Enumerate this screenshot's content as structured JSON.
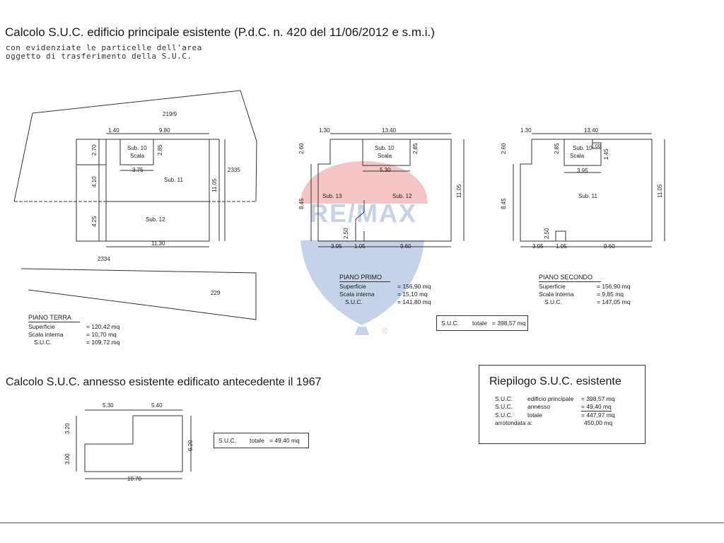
{
  "title_main": "Calcolo S.U.C. edificio principale esistente (P.d.C. n. 420 del 11/06/2012 e s.m.i.)",
  "subtitle": [
    "con evidenziate le particelle dell'area",
    "oggetto di trasferimento della S.U.C."
  ],
  "watermark": "RE/MAX",
  "watermark_mark": "®",
  "colors": {
    "watermark_red": "#e35a5a",
    "watermark_blue": "#5b7fc1",
    "line": "#333333"
  },
  "piano_terra": {
    "header": "PIANO TERRA",
    "rows": [
      {
        "label": "Superficie",
        "value": "= 120,42 mq"
      },
      {
        "label": "Scala interna",
        "value": "= 10,70 mq"
      },
      {
        "label": "S.U.C.",
        "value": "= 109,72 mq"
      }
    ],
    "parcels": [
      "219/9",
      "2335",
      "2334",
      "229"
    ],
    "rooms": [
      "Sub. 10",
      "Scala",
      "Sub. 11",
      "Sub. 12"
    ],
    "dims": [
      "1.40",
      "9.80",
      "2.70",
      "3.75",
      "2.85",
      "4.10",
      "11.05",
      "4.25",
      "11.30"
    ]
  },
  "piano_primo": {
    "header": "PIANO PRIMO",
    "rows": [
      {
        "label": "Superficie",
        "value": "= 156,90 mq"
      },
      {
        "label": "Scala interna",
        "value": "= 15,10 mq"
      },
      {
        "label": "S.U.C.",
        "value": "= 141,80 mq"
      }
    ],
    "rooms": [
      "Sub. 10",
      "Scala",
      "Sub. 13",
      "Sub. 12"
    ],
    "dims": [
      "1.30",
      "13.40",
      "2.60",
      "2.85",
      "5.30",
      "8.45",
      "11.05",
      "2.50",
      "3.95",
      "1.05",
      "9.60"
    ]
  },
  "piano_secondo": {
    "header": "PIANO SECONDO",
    "rows": [
      {
        "label": "Superficie",
        "value": "= 156,90 mq"
      },
      {
        "label": "Scala interna",
        "value": "= 9,85 mq"
      },
      {
        "label": "S.U.C.",
        "value": "= 147,05 mq"
      }
    ],
    "rooms": [
      "Sub. 10",
      "Scala",
      "Sub. 11"
    ],
    "dims": [
      "1.30",
      "13.40",
      "2.60",
      "2.85",
      "1.00",
      "1.45",
      "3.95",
      "8.45",
      "11.05",
      "2.50",
      "3.95",
      "1.05",
      "9.60"
    ]
  },
  "total_box": {
    "label": "S.U.C.",
    "total_label": "totale",
    "value": "= 398,57 mq"
  },
  "annex_title": "Calcolo S.U.C. annesso esistente edificato antecedente il 1967",
  "annex": {
    "dims": [
      "5.30",
      "5.40",
      "3.20",
      "6.20",
      "3.00",
      "10.70"
    ],
    "box": {
      "label": "S.U.C.",
      "total_label": "totale",
      "value": "= 49,40 mq"
    }
  },
  "summary": {
    "title": "Riepilogo S.U.C. esistente",
    "rows": [
      {
        "c1": "S.U.C.",
        "c2": "edificio principale",
        "c3": "= 398,57 mq"
      },
      {
        "c1": "S.U.C.",
        "c2": "annesso",
        "c3": "=  49,40 mq"
      },
      {
        "c1": "S.U.C.",
        "c2": "totale",
        "c3": "= 447,97 mq"
      },
      {
        "c1": "arrotondata a:",
        "c2": "",
        "c3": "450,00 mq"
      }
    ]
  }
}
